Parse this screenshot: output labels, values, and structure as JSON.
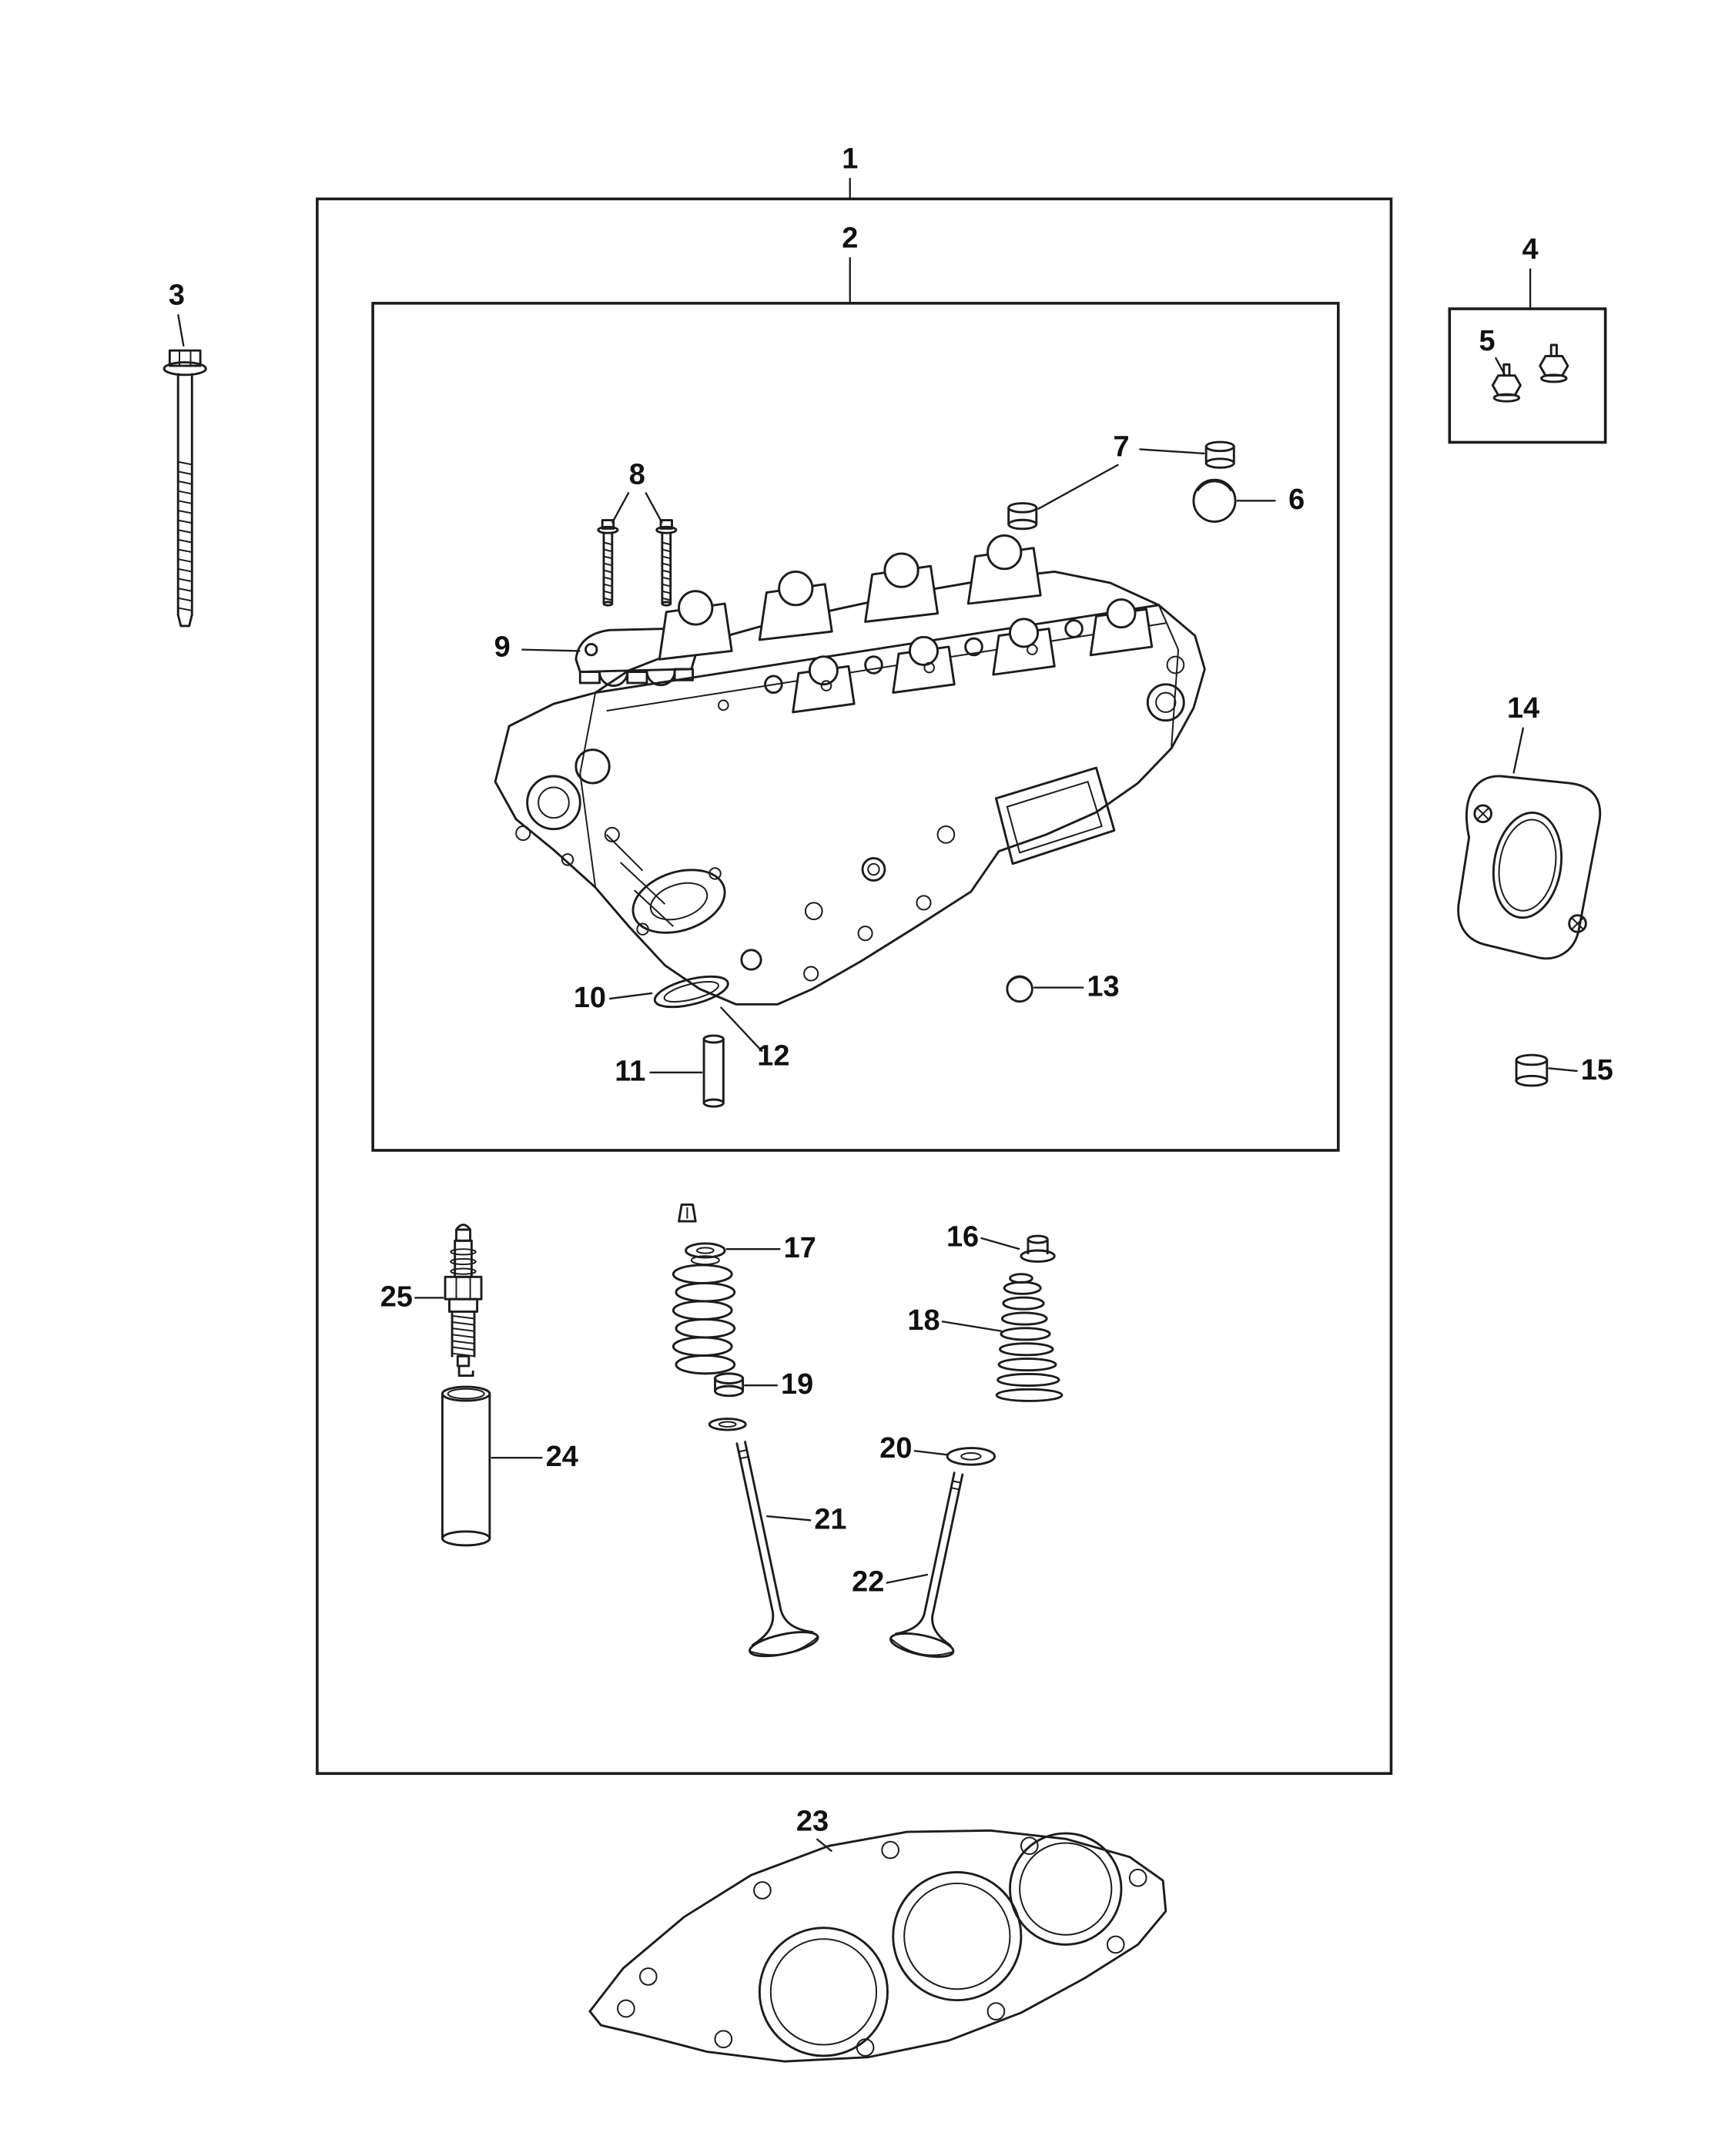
{
  "colors": {
    "background": "#ffffff",
    "line": "#1c1c1c",
    "label": "#111111"
  },
  "figure": {
    "kind": "exploded parts diagram",
    "callouts": [
      {
        "label": "1"
      },
      {
        "label": "2"
      },
      {
        "label": "3"
      },
      {
        "label": "4"
      },
      {
        "label": "5"
      },
      {
        "label": "6"
      },
      {
        "label": "7"
      },
      {
        "label": "8"
      },
      {
        "label": "9"
      },
      {
        "label": "10"
      },
      {
        "label": "11"
      },
      {
        "label": "12"
      },
      {
        "label": "13"
      },
      {
        "label": "14"
      },
      {
        "label": "15"
      },
      {
        "label": "16"
      },
      {
        "label": "17"
      },
      {
        "label": "18"
      },
      {
        "label": "19"
      },
      {
        "label": "20"
      },
      {
        "label": "21"
      },
      {
        "label": "22"
      },
      {
        "label": "23"
      },
      {
        "label": "24"
      },
      {
        "label": "25"
      }
    ]
  }
}
